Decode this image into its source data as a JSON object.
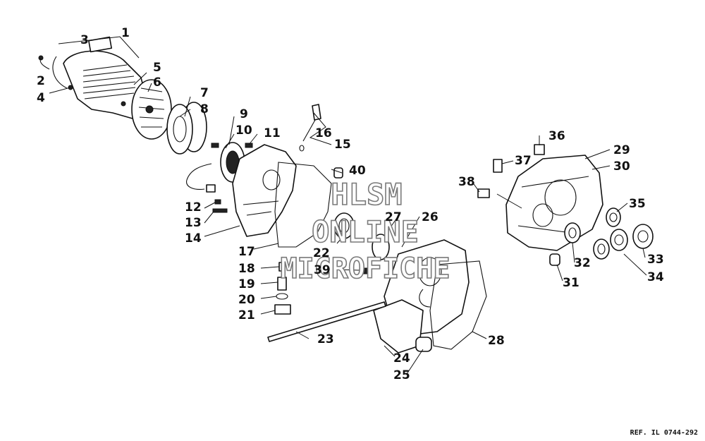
{
  "callouts": [
    {
      "id": "1",
      "label": "1"
    },
    {
      "id": "2",
      "label": "2"
    },
    {
      "id": "3",
      "label": "3"
    },
    {
      "id": "4",
      "label": "4"
    },
    {
      "id": "5",
      "label": "5"
    },
    {
      "id": "6",
      "label": "6"
    },
    {
      "id": "7",
      "label": "7"
    },
    {
      "id": "8",
      "label": "8"
    },
    {
      "id": "9",
      "label": "9"
    },
    {
      "id": "10",
      "label": "10"
    },
    {
      "id": "11",
      "label": "11"
    },
    {
      "id": "12",
      "label": "12"
    },
    {
      "id": "13",
      "label": "13"
    },
    {
      "id": "14",
      "label": "14"
    },
    {
      "id": "15",
      "label": "15"
    },
    {
      "id": "16",
      "label": "16"
    },
    {
      "id": "17",
      "label": "17"
    },
    {
      "id": "18",
      "label": "18"
    },
    {
      "id": "19",
      "label": "19"
    },
    {
      "id": "20",
      "label": "20"
    },
    {
      "id": "21",
      "label": "21"
    },
    {
      "id": "22",
      "label": "22"
    },
    {
      "id": "23",
      "label": "23"
    },
    {
      "id": "24",
      "label": "24"
    },
    {
      "id": "25",
      "label": "25"
    },
    {
      "id": "26",
      "label": "26"
    },
    {
      "id": "27",
      "label": "27"
    },
    {
      "id": "28",
      "label": "28"
    },
    {
      "id": "29",
      "label": "29"
    },
    {
      "id": "30",
      "label": "30"
    },
    {
      "id": "31",
      "label": "31"
    },
    {
      "id": "32",
      "label": "32"
    },
    {
      "id": "33",
      "label": "33"
    },
    {
      "id": "34",
      "label": "34"
    },
    {
      "id": "35",
      "label": "35"
    },
    {
      "id": "36",
      "label": "36"
    },
    {
      "id": "37",
      "label": "37"
    },
    {
      "id": "38",
      "label": "38"
    },
    {
      "id": "39",
      "label": "39"
    },
    {
      "id": "40",
      "label": "40"
    }
  ],
  "watermark": {
    "line1": "HLSM",
    "line2": "ONLINE",
    "line3": "MICROFICHE"
  },
  "reference": "REF. IL 0744-292"
}
